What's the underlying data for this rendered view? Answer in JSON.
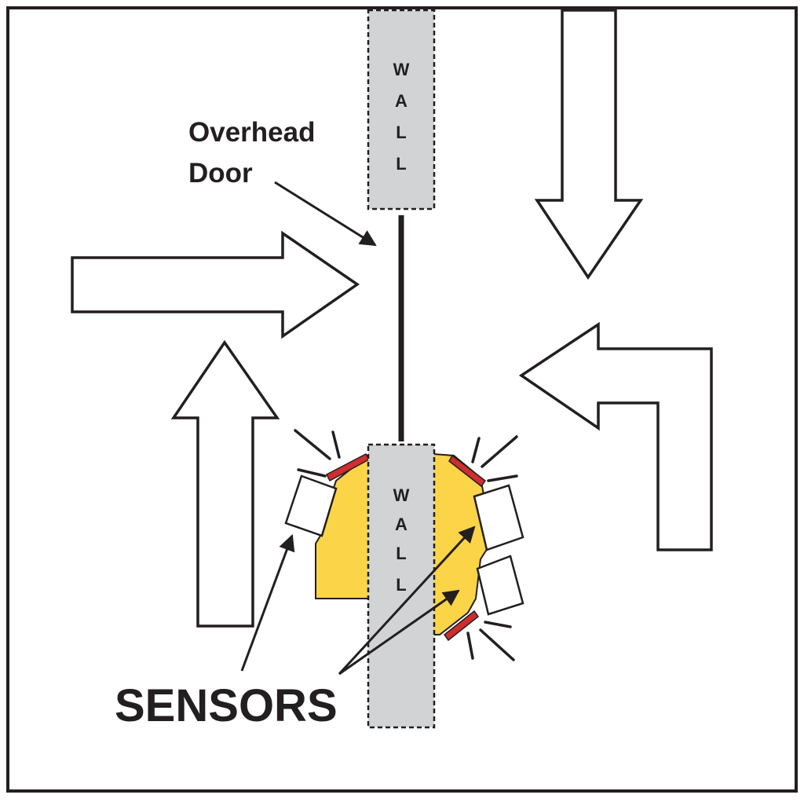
{
  "labels": {
    "overhead_door_line1": "Overhead",
    "overhead_door_line2": "Door",
    "sensors": "SENSORS"
  },
  "walls": {
    "top": [
      "W",
      "A",
      "L",
      "L"
    ],
    "bottom": [
      "W",
      "A",
      "L",
      "L"
    ]
  },
  "colors": {
    "outline": "#231f20",
    "wall_fill": "#d1d3d4",
    "mount_fill": "#fcd447",
    "strip_fill": "#cf2e2e",
    "sensor_fill": "#ffffff",
    "background": "#ffffff"
  },
  "arrows": [
    {
      "direction": "right",
      "shape": "straight"
    },
    {
      "direction": "up",
      "shape": "straight"
    },
    {
      "direction": "down",
      "shape": "straight"
    },
    {
      "direction": "left",
      "shape": "bent"
    }
  ],
  "sensors": [
    {
      "side": "left",
      "icon": "motion-sensor-icon"
    },
    {
      "side": "right",
      "icon": "motion-sensor-icon"
    },
    {
      "side": "right",
      "icon": "motion-sensor-icon"
    }
  ]
}
